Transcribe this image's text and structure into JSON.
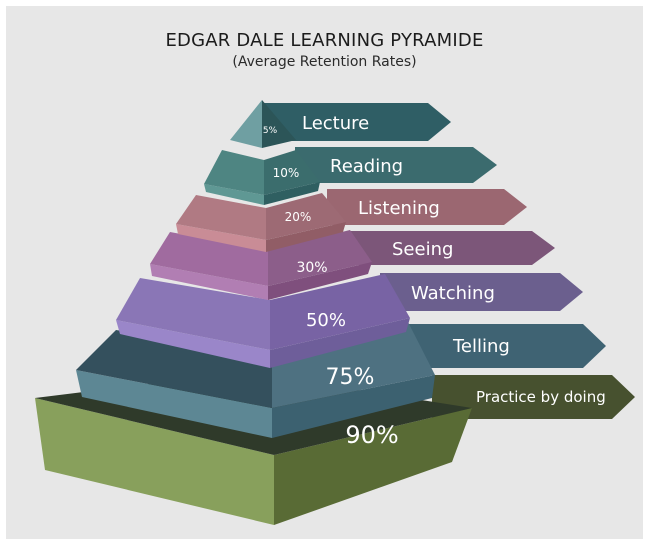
{
  "title": "EDGAR DALE LEARNING PYRAMIDE",
  "subtitle": "(Average Retention Rates)",
  "levels": [
    {
      "label": "Lecture",
      "percent": "5%",
      "value": 5,
      "color": "#2f5e65"
    },
    {
      "label": "Reading",
      "percent": "10%",
      "value": 10,
      "color": "#3b6b6e"
    },
    {
      "label": "Listening",
      "percent": "20%",
      "value": 20,
      "color": "#9b6771"
    },
    {
      "label": "Seeing",
      "percent": "30%",
      "value": 30,
      "color": "#8b5e88"
    },
    {
      "label": "Watching",
      "percent": "50%",
      "value": 50,
      "color": "#7b6aa0"
    },
    {
      "label": "Telling",
      "percent": "75%",
      "value": 75,
      "color": "#4b6e7e"
    },
    {
      "label": "Practice by doing",
      "percent": "90%",
      "value": 90,
      "color": "#6b7f4a"
    }
  ]
}
